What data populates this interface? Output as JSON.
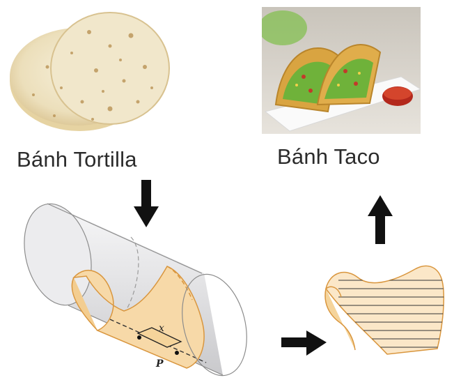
{
  "labels": {
    "tortilla": "Bánh Tortilla",
    "taco": "Bánh Taco"
  },
  "diagram": {
    "var_x": "x",
    "var_p": "P"
  },
  "colors": {
    "cylinder_fill": "#e9e9ea",
    "cylinder_stroke": "#8c8c8c",
    "surface_fill": "#f7d9a8",
    "surface_stroke": "#d9963e",
    "arrow": "#111111",
    "taco_shell": "#d9a441",
    "lettuce": "#6fb23a",
    "tortilla": "#efe4c6"
  }
}
